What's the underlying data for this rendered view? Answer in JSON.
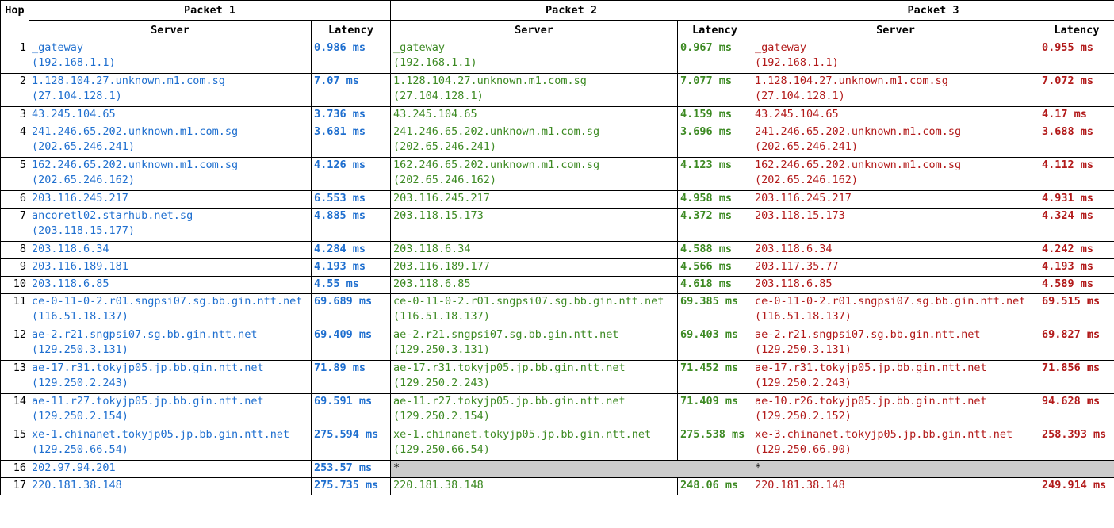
{
  "header": {
    "hop": "Hop",
    "packets": [
      "Packet 1",
      "Packet 2",
      "Packet 3"
    ],
    "server": "Server",
    "latency": "Latency"
  },
  "colors": {
    "packet1": "#1f6fcf",
    "packet2": "#3d8a23",
    "packet3": "#b21a1a",
    "timeout_bg": "#cccccc"
  },
  "hops": [
    {
      "hop": "1",
      "p": [
        {
          "host": "_gateway",
          "ip": "(192.168.1.1)",
          "latency": "0.986 ms"
        },
        {
          "host": "_gateway",
          "ip": "(192.168.1.1)",
          "latency": "0.967 ms"
        },
        {
          "host": "_gateway",
          "ip": "(192.168.1.1)",
          "latency": "0.955 ms"
        }
      ]
    },
    {
      "hop": "2",
      "p": [
        {
          "host": "1.128.104.27.unknown.m1.com.sg",
          "ip": "(27.104.128.1)",
          "latency": "7.07 ms"
        },
        {
          "host": "1.128.104.27.unknown.m1.com.sg",
          "ip": "(27.104.128.1)",
          "latency": "7.077 ms"
        },
        {
          "host": "1.128.104.27.unknown.m1.com.sg",
          "ip": "(27.104.128.1)",
          "latency": "7.072 ms"
        }
      ]
    },
    {
      "hop": "3",
      "p": [
        {
          "host": "43.245.104.65",
          "latency": "3.736 ms"
        },
        {
          "host": "43.245.104.65",
          "latency": "4.159 ms"
        },
        {
          "host": "43.245.104.65",
          "latency": "4.17 ms"
        }
      ]
    },
    {
      "hop": "4",
      "p": [
        {
          "host": "241.246.65.202.unknown.m1.com.sg",
          "ip": "(202.65.246.241)",
          "latency": "3.681 ms"
        },
        {
          "host": "241.246.65.202.unknown.m1.com.sg",
          "ip": "(202.65.246.241)",
          "latency": "3.696 ms"
        },
        {
          "host": "241.246.65.202.unknown.m1.com.sg",
          "ip": "(202.65.246.241)",
          "latency": "3.688 ms"
        }
      ]
    },
    {
      "hop": "5",
      "p": [
        {
          "host": "162.246.65.202.unknown.m1.com.sg",
          "ip": "(202.65.246.162)",
          "latency": "4.126 ms"
        },
        {
          "host": "162.246.65.202.unknown.m1.com.sg",
          "ip": "(202.65.246.162)",
          "latency": "4.123 ms"
        },
        {
          "host": "162.246.65.202.unknown.m1.com.sg",
          "ip": "(202.65.246.162)",
          "latency": "4.112 ms"
        }
      ]
    },
    {
      "hop": "6",
      "p": [
        {
          "host": "203.116.245.217",
          "latency": "6.553 ms"
        },
        {
          "host": "203.116.245.217",
          "latency": "4.958 ms"
        },
        {
          "host": "203.116.245.217",
          "latency": "4.931 ms"
        }
      ]
    },
    {
      "hop": "7",
      "p": [
        {
          "host": "ancoretl02.starhub.net.sg",
          "ip": "(203.118.15.177)",
          "latency": "4.885 ms"
        },
        {
          "host": "203.118.15.173",
          "latency": "4.372 ms"
        },
        {
          "host": "203.118.15.173",
          "latency": "4.324 ms"
        }
      ]
    },
    {
      "hop": "8",
      "p": [
        {
          "host": "203.118.6.34",
          "latency": "4.284 ms"
        },
        {
          "host": "203.118.6.34",
          "latency": "4.588 ms"
        },
        {
          "host": "203.118.6.34",
          "latency": "4.242 ms"
        }
      ]
    },
    {
      "hop": "9",
      "p": [
        {
          "host": "203.116.189.181",
          "latency": "4.193 ms"
        },
        {
          "host": "203.116.189.177",
          "latency": "4.566 ms"
        },
        {
          "host": "203.117.35.77",
          "latency": "4.193 ms"
        }
      ]
    },
    {
      "hop": "10",
      "p": [
        {
          "host": "203.118.6.85",
          "latency": "4.55 ms"
        },
        {
          "host": "203.118.6.85",
          "latency": "4.618 ms"
        },
        {
          "host": "203.118.6.85",
          "latency": "4.589 ms"
        }
      ]
    },
    {
      "hop": "11",
      "p": [
        {
          "host": "ce-0-11-0-2.r01.sngpsi07.sg.bb.gin.ntt.net",
          "ip": "(116.51.18.137)",
          "latency": "69.689 ms"
        },
        {
          "host": "ce-0-11-0-2.r01.sngpsi07.sg.bb.gin.ntt.net",
          "ip": "(116.51.18.137)",
          "latency": "69.385 ms"
        },
        {
          "host": "ce-0-11-0-2.r01.sngpsi07.sg.bb.gin.ntt.net",
          "ip": "(116.51.18.137)",
          "latency": "69.515 ms"
        }
      ]
    },
    {
      "hop": "12",
      "p": [
        {
          "host": "ae-2.r21.sngpsi07.sg.bb.gin.ntt.net",
          "ip": "(129.250.3.131)",
          "latency": "69.409 ms"
        },
        {
          "host": "ae-2.r21.sngpsi07.sg.bb.gin.ntt.net",
          "ip": "(129.250.3.131)",
          "latency": "69.403 ms"
        },
        {
          "host": "ae-2.r21.sngpsi07.sg.bb.gin.ntt.net",
          "ip": "(129.250.3.131)",
          "latency": "69.827 ms"
        }
      ]
    },
    {
      "hop": "13",
      "p": [
        {
          "host": "ae-17.r31.tokyjp05.jp.bb.gin.ntt.net",
          "ip": "(129.250.2.243)",
          "latency": "71.89 ms"
        },
        {
          "host": "ae-17.r31.tokyjp05.jp.bb.gin.ntt.net",
          "ip": "(129.250.2.243)",
          "latency": "71.452 ms"
        },
        {
          "host": "ae-17.r31.tokyjp05.jp.bb.gin.ntt.net",
          "ip": "(129.250.2.243)",
          "latency": "71.856 ms"
        }
      ]
    },
    {
      "hop": "14",
      "p": [
        {
          "host": "ae-11.r27.tokyjp05.jp.bb.gin.ntt.net",
          "ip": "(129.250.2.154)",
          "latency": "69.591 ms"
        },
        {
          "host": "ae-11.r27.tokyjp05.jp.bb.gin.ntt.net",
          "ip": "(129.250.2.154)",
          "latency": "71.409 ms"
        },
        {
          "host": "ae-10.r26.tokyjp05.jp.bb.gin.ntt.net",
          "ip": "(129.250.2.152)",
          "latency": "94.628 ms"
        }
      ]
    },
    {
      "hop": "15",
      "p": [
        {
          "host": "xe-1.chinanet.tokyjp05.jp.bb.gin.ntt.net",
          "ip": "(129.250.66.54)",
          "latency": "275.594 ms"
        },
        {
          "host": "xe-1.chinanet.tokyjp05.jp.bb.gin.ntt.net",
          "ip": "(129.250.66.54)",
          "latency": "275.538 ms"
        },
        {
          "host": "xe-3.chinanet.tokyjp05.jp.bb.gin.ntt.net",
          "ip": "(129.250.66.90)",
          "latency": "258.393 ms"
        }
      ]
    },
    {
      "hop": "16",
      "p": [
        {
          "host": "202.97.94.201",
          "latency": "253.57 ms"
        },
        {
          "timeout": "*"
        },
        {
          "timeout": "*"
        }
      ]
    },
    {
      "hop": "17",
      "p": [
        {
          "host": "220.181.38.148",
          "latency": "275.735 ms"
        },
        {
          "host": "220.181.38.148",
          "latency": "248.06 ms"
        },
        {
          "host": "220.181.38.148",
          "latency": "249.914 ms"
        }
      ]
    }
  ]
}
